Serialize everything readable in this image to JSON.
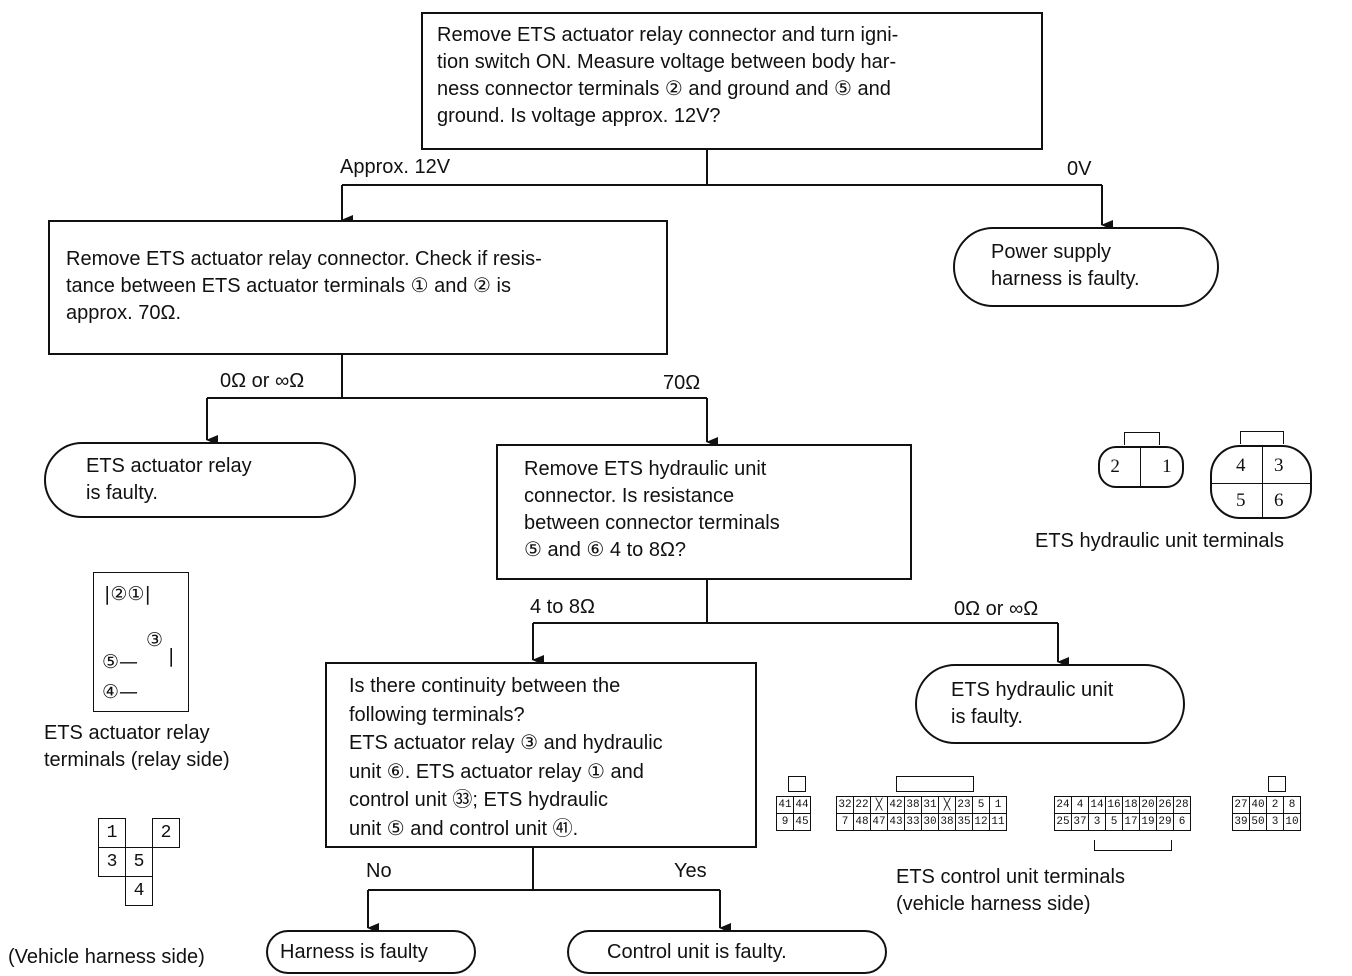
{
  "flow": {
    "q1": "Remove ETS actuator relay connector and turn igni-\ntion switch ON. Measure voltage between body har-\nness connector terminals ② and ground and ⑤ and\nground. Is voltage approx. 12V?",
    "q1_yes": "Approx. 12V",
    "q1_no": "0V",
    "r_power": "Power supply\nharness is faulty.",
    "q2": "Remove ETS actuator relay connector. Check if resis-\ntance between ETS actuator terminals ① and ② is\napprox. 70Ω.",
    "q2_no": "0Ω or ∞Ω",
    "q2_yes": "70Ω",
    "r_relay": "ETS actuator relay\nis faulty.",
    "q3": "Remove ETS hydraulic unit\nconnector. Is resistance\nbetween connector terminals\n⑤ and ⑥ 4 to 8Ω?",
    "q3_yes": "4 to 8Ω",
    "q3_no": "0Ω or ∞Ω",
    "r_hydraulic": "ETS hydraulic unit\nis faulty.",
    "q4": "Is there continuity between the\nfollowing terminals?\nETS actuator relay ③ and hydraulic\nunit ⑥. ETS actuator relay ① and\ncontrol unit ㉝; ETS hydraulic\nunit ⑤ and control unit ㊶.",
    "q4_no": "No",
    "q4_yes": "Yes",
    "r_harness": "Harness is faulty",
    "r_control": "Control unit is faulty."
  },
  "captions": {
    "hydraulic_terminals": "ETS hydraulic unit terminals",
    "relay_terminals": "ETS actuator relay\nterminals (relay side)",
    "vehicle_side": "(Vehicle harness side)",
    "control_terminals": "ETS control unit terminals\n(vehicle harness side)"
  },
  "hydraulic_connector": {
    "left": [
      "2",
      "1"
    ],
    "right": [
      "4",
      "3",
      "5",
      "6"
    ]
  },
  "relay_pins": {
    "row1": "|②①|",
    "pin3": "③",
    "pin5": "⑤—",
    "pin4": "④—"
  },
  "harness_pins": [
    "1",
    "2",
    "3",
    "5",
    "4"
  ],
  "control_unit": {
    "c1": [
      [
        "41",
        "44"
      ],
      [
        "9",
        "45"
      ]
    ],
    "c2": [
      [
        "32",
        "22",
        "╳",
        "42",
        "38",
        "31",
        "╳",
        "23",
        "5",
        "1"
      ],
      [
        "7",
        "48",
        "47",
        "43",
        "33",
        "30",
        "38",
        "35",
        "12",
        "11"
      ]
    ],
    "c3": [
      [
        "24",
        "4",
        "14",
        "16",
        "18",
        "20",
        "26",
        "28"
      ],
      [
        "25",
        "37",
        "3",
        "5",
        "17",
        "19",
        "29",
        "6"
      ]
    ],
    "c4": [
      [
        "27",
        "40",
        "2",
        "8"
      ],
      [
        "39",
        "50",
        "3",
        "10"
      ]
    ]
  }
}
